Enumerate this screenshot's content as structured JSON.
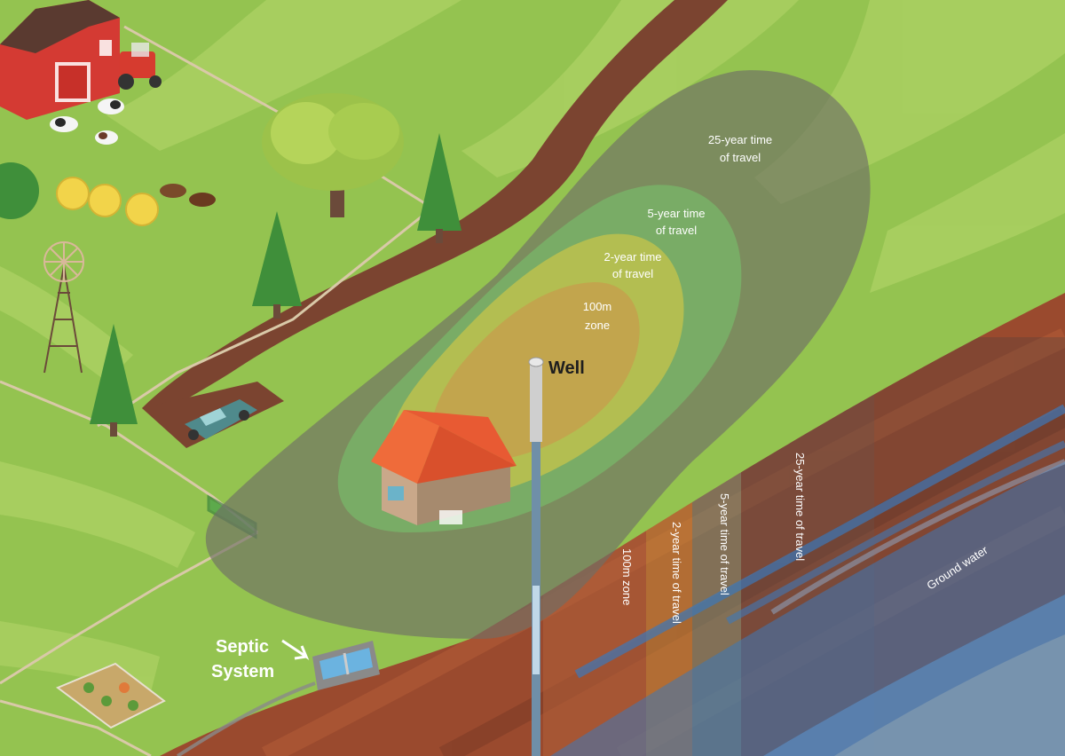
{
  "labels": {
    "zone_25": [
      "25-year time",
      "of travel"
    ],
    "zone_5": [
      "5-year time",
      "of travel"
    ],
    "zone_2": [
      "2-year time",
      "of travel"
    ],
    "zone_100": [
      "100m",
      "zone"
    ],
    "well": "Well",
    "septic": [
      "Septic",
      "System"
    ],
    "col_100": "100m zone",
    "col_2": "2-year time of travel",
    "col_5": "5-year time of travel",
    "col_25": "25-year time of travel",
    "groundwater": "Ground water"
  },
  "colors": {
    "grass_light": "#a6cc5c",
    "grass_dark": "#7fb443",
    "soil": "#9a4a2e",
    "road": "#7b4430",
    "zone_25": "#6e6e66",
    "zone_5": "#79b96a",
    "zone_2": "#c9c54a",
    "zone_100": "#c99a4c",
    "groundwater": "#3d78b8",
    "barn": "#d43a33",
    "roof": "#ef6b3a"
  }
}
